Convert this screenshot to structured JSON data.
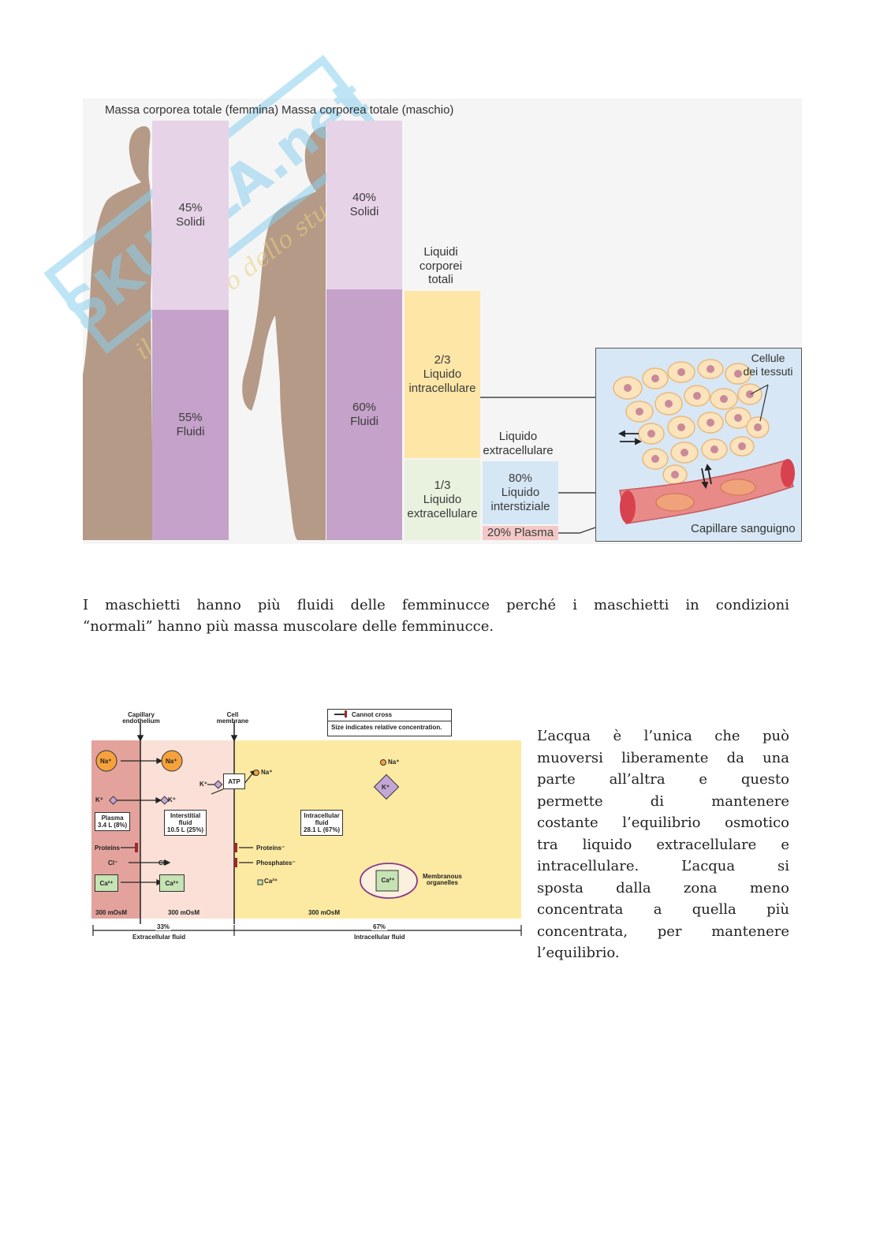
{
  "figure1": {
    "header_female": "Massa corporea totale (femmina)",
    "header_male": "Massa corporea totale (maschio)",
    "female_solids_pct": "45%",
    "female_solids_label": "Solidi",
    "female_fluids_pct": "55%",
    "female_fluids_label": "Fluidi",
    "male_solids_pct": "40%",
    "male_solids_label": "Solidi",
    "male_fluids_pct": "60%",
    "male_fluids_label": "Fluidi",
    "total_body_fluids": [
      "Liquidi",
      "corporei",
      "totali"
    ],
    "intracellular": [
      "2/3",
      "Liquido",
      "intracellulare"
    ],
    "extracellular": [
      "1/3",
      "Liquido",
      "extracellulare"
    ],
    "ecf_title": [
      "Liquido",
      "extracellulare"
    ],
    "interstitial": [
      "80%",
      "Liquido",
      "interstiziale"
    ],
    "plasma": "20% Plasma",
    "tissue_cells": [
      "Cellule",
      "dei tessuti"
    ],
    "capillary": "Capillare sanguigno",
    "watermark_brand": "SKUOLA.net",
    "watermark_tagline": "il paradiso dello studente",
    "colors": {
      "solids": "#e7d3e8",
      "fluids": "#c5a2ca",
      "icf": "#fde6a6",
      "ecf": "#e8f2df",
      "interstitial": "#d5e6f5",
      "plasma": "#f5c8c8",
      "body": "#b49a87"
    }
  },
  "paragraph1": [
    "I maschietti hanno più fluidi delle femminucce perché i maschietti in condizioni",
    "“normali” hanno più massa muscolare delle femminucce."
  ],
  "figure2": {
    "capillary_endothelium": [
      "Capillary",
      "endothelium"
    ],
    "cell_membrane": [
      "Cell",
      "membrane"
    ],
    "legend_cannot_cross": "Cannot cross",
    "legend_size": "Size indicates relative concentration.",
    "na": "Na⁺",
    "k": "K⁺",
    "atp": "ATP",
    "plasma": [
      "Plasma",
      "3.4 L (8%)"
    ],
    "interstitial": [
      "Interstitial",
      "fluid",
      "10.5 L (25%)"
    ],
    "intracellular": [
      "Intracellular",
      "fluid",
      "28.1 L (67%)"
    ],
    "proteins": "Proteins",
    "proteins_minus": "Proteins⁻",
    "phosphates": "Phosphates⁻",
    "cl": "Cl⁻",
    "ca": "Ca²⁺",
    "membranous": [
      "Membranous",
      "organelles"
    ],
    "osm": "300 mOsM",
    "ecf_pct": "33%",
    "ecf_label": "Extracellular fluid",
    "icf_pct": "67%",
    "icf_label": "Intracellular fluid",
    "colors": {
      "plasma": "#e4a29c",
      "interstitial": "#fae0d6",
      "icf": "#fdeaa2",
      "na": "#f6a23c",
      "k": "#c4a6d6",
      "ca": "#c6e3b3"
    }
  },
  "paragraph2": [
    "L’acqua è l’unica che può",
    "muoversi liberamente da una",
    "parte all’altra e questo",
    "permette di mantenere",
    "costante l’equilibrio osmotico",
    "tra liquido extracellulare e",
    "intracellulare. L’acqua si",
    "sposta dalla zona meno",
    "concentrata a quella più",
    "concentrata, per mantenere",
    "l’equilibrio."
  ]
}
